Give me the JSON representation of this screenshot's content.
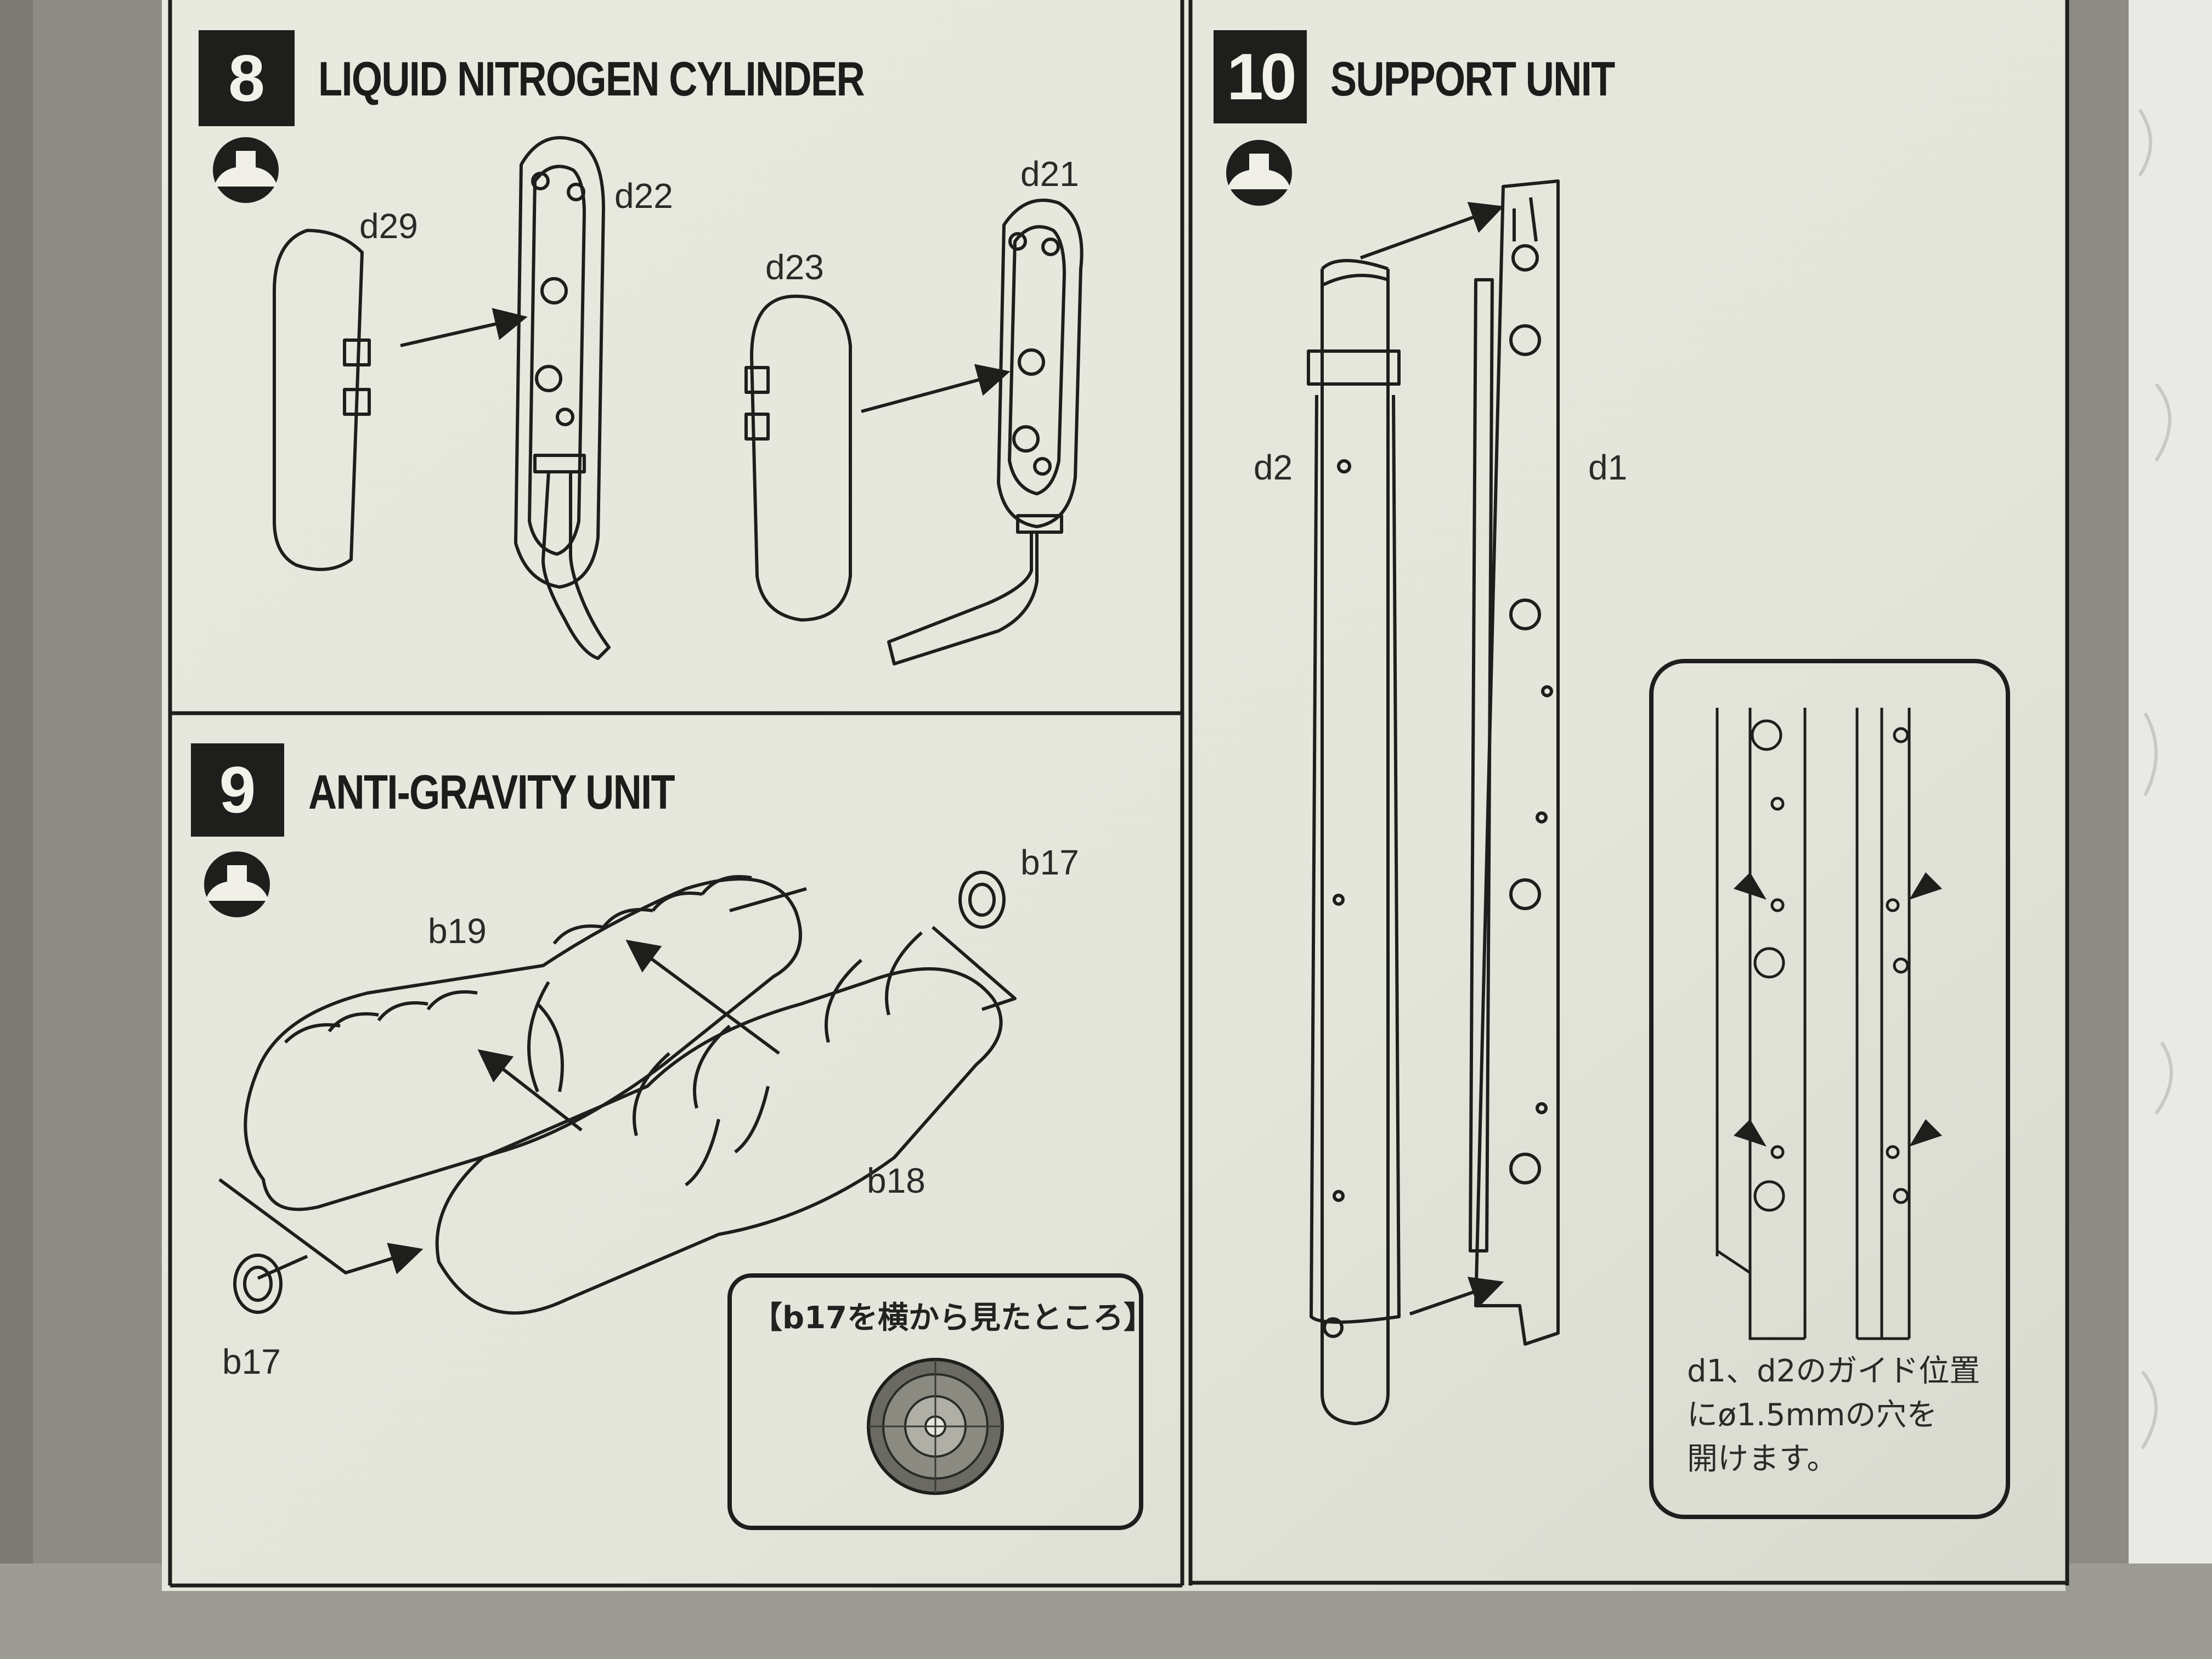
{
  "steps": [
    {
      "number": "8",
      "title": "LIQUID NITROGEN CYLINDER",
      "parts": [
        "d29",
        "d22",
        "d23",
        "d21"
      ]
    },
    {
      "number": "9",
      "title": "ANTI-GRAVITY UNIT",
      "parts": [
        "b19",
        "b17",
        "b18",
        "b17"
      ],
      "inset_caption": "【b17を横から見たところ】"
    },
    {
      "number": "10",
      "title": "SUPPORT UNIT",
      "parts": [
        "d2",
        "d1"
      ],
      "note": "d1、d2のガイド位置\nにø1.5mmの穴を\n開けます。"
    }
  ],
  "icons": [
    "cement-icon",
    "cement-icon",
    "cement-icon"
  ],
  "colors": {
    "paper": "#e9eae0",
    "ink": "#1e1e1c",
    "background": "#8f8e86"
  }
}
